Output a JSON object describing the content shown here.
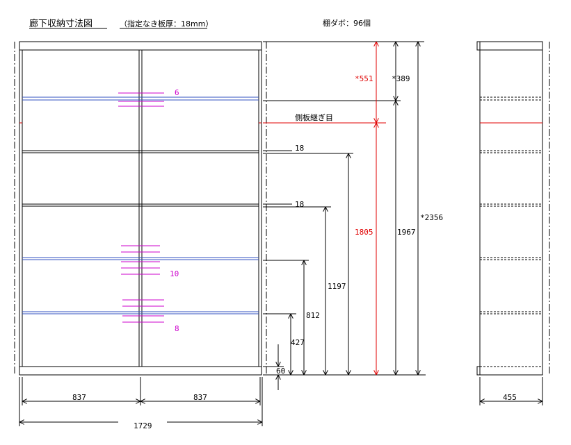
{
  "title": "廊下収納寸法図",
  "subtitle": "（指定なき板厚：18mm）",
  "shelf_dowels": "棚ダボ：96個",
  "joint_label": "側板継ぎ目",
  "dimensions": {
    "total_height": "*2356",
    "upper_section": "1967",
    "top_part": "*389",
    "red_upper": "*551",
    "red_lower": "1805",
    "shelf_thickness_1": "18",
    "shelf_thickness_2": "18",
    "shelf_height_1197": "1197",
    "shelf_height_812": "812",
    "shelf_height_427": "427",
    "plinth": "60",
    "column_left": "837",
    "column_right": "837",
    "total_width": "1729",
    "depth": "455"
  },
  "dowel_groups": {
    "top": "6",
    "middle": "10",
    "bottom": "8"
  },
  "colors": {
    "line": "#000000",
    "red_dimension": "#e00000",
    "shelf_blue": "#3050c0",
    "dowel_magenta": "#cc00cc"
  }
}
